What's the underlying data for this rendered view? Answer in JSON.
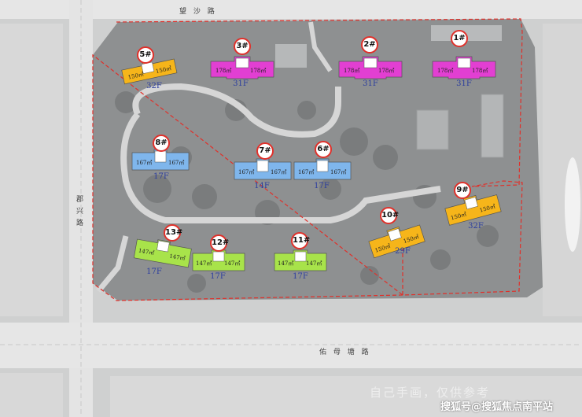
{
  "roads": {
    "north": "望 沙 路",
    "west": "郡兴路",
    "south": "佑 母 塘 路"
  },
  "buildings": [
    {
      "id": "b1",
      "number": "1#",
      "units": [
        "178㎡",
        "178㎡"
      ],
      "floors": "31F",
      "color": "#e23fd2"
    },
    {
      "id": "b2",
      "number": "2#",
      "units": [
        "178㎡",
        "178㎡"
      ],
      "floors": "31F",
      "color": "#e23fd2"
    },
    {
      "id": "b3",
      "number": "3#",
      "units": [
        "178㎡",
        "178㎡"
      ],
      "floors": "31F",
      "color": "#e23fd2"
    },
    {
      "id": "b5",
      "number": "5#",
      "units": [
        "150㎡",
        "150㎡"
      ],
      "floors": "32F",
      "color": "#f6b51a"
    },
    {
      "id": "b6",
      "number": "6#",
      "units": [
        "167㎡",
        "167㎡"
      ],
      "floors": "17F",
      "color": "#7fb6ec"
    },
    {
      "id": "b7",
      "number": "7#",
      "units": [
        "167㎡",
        "167㎡"
      ],
      "floors": "14F",
      "color": "#7fb6ec"
    },
    {
      "id": "b8",
      "number": "8#",
      "units": [
        "167㎡",
        "167㎡"
      ],
      "floors": "17F",
      "color": "#7fb6ec"
    },
    {
      "id": "b9",
      "number": "9#",
      "units": [
        "150㎡",
        "150㎡"
      ],
      "floors": "32F",
      "color": "#f6b51a"
    },
    {
      "id": "b10",
      "number": "10#",
      "units": [
        "150㎡",
        "150㎡"
      ],
      "floors": "29F",
      "color": "#f6b51a"
    },
    {
      "id": "b11",
      "number": "11#",
      "units": [
        "147㎡",
        "147㎡"
      ],
      "floors": "17F",
      "color": "#a8e34a"
    },
    {
      "id": "b12",
      "number": "12#",
      "units": [
        "147㎡",
        "147㎡"
      ],
      "floors": "17F",
      "color": "#a8e34a"
    },
    {
      "id": "b13",
      "number": "13#",
      "units": [
        "147㎡",
        "147㎡"
      ],
      "floors": "17F",
      "color": "#a8e34a"
    }
  ],
  "watermark": {
    "faint": "自己手画，仅供参考",
    "credit": "搜狐号@搜狐焦点南平站"
  },
  "colors": {
    "boundary": "#e0302a",
    "floors_text": "#2c3e9e",
    "ground": "#8e9091"
  }
}
